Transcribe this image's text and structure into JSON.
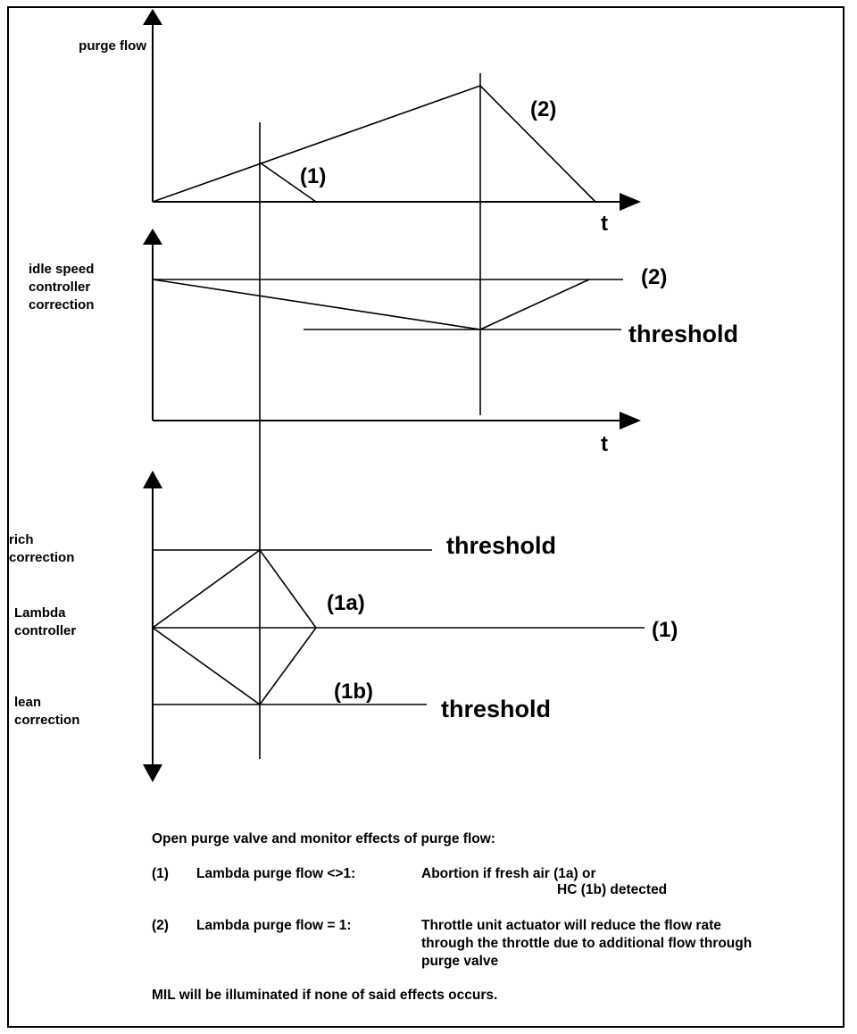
{
  "panel1": {
    "ylabel": "purge flow",
    "xlabel": "t",
    "label_1": "(1)",
    "label_2": "(2)"
  },
  "panel2": {
    "ylabel_line1": "idle speed",
    "ylabel_line2": "controller",
    "ylabel_line3": "correction",
    "xlabel": "t",
    "label_2": "(2)",
    "threshold": "threshold"
  },
  "panel3": {
    "rich_line1": "rich",
    "rich_line2": "correction",
    "lambda_line1": "Lambda",
    "lambda_line2": "controller",
    "lean_line1": "lean",
    "lean_line2": "correction",
    "threshold_upper": "threshold",
    "threshold_lower": "threshold",
    "label_1a": "(1a)",
    "label_1b": "(1b)",
    "label_1": "(1)"
  },
  "notes": {
    "heading": "Open purge valve and monitor effects of purge flow:",
    "item1_num": "(1)",
    "item1_cond": "Lambda purge flow <>1:",
    "item1_text_line1": "Abortion if fresh air (1a) or",
    "item1_text_line2": "HC (1b) detected",
    "item2_num": "(2)",
    "item2_cond": "Lambda purge flow = 1:",
    "item2_text_line1": "Throttle unit actuator will reduce the flow rate",
    "item2_text_line2": "through the throttle due to additional flow through",
    "item2_text_line3": "purge valve",
    "footer": "MIL will be illuminated if none of said effects occurs."
  }
}
